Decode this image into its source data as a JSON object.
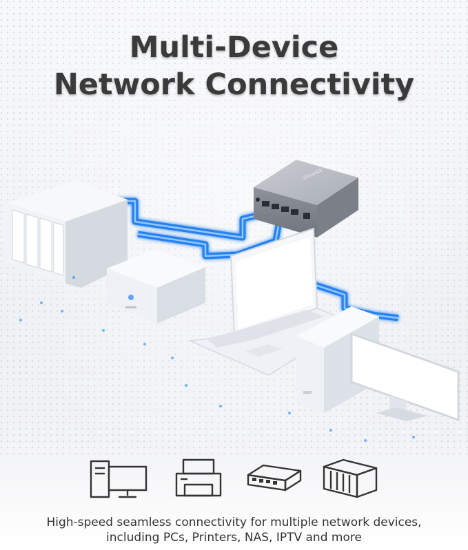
{
  "heading": {
    "line1": "Multi-Device",
    "line2": "Network Connectivity"
  },
  "switch": {
    "brand": "Vinukkk"
  },
  "device_icons": [
    "desktop-pc-icon",
    "printer-icon",
    "network-switch-icon",
    "nas-icon"
  ],
  "caption": {
    "line1": "High-speed seamless connectivity for multiple network devices,",
    "line2": "including PCs, Printers, NAS, IPTV and more"
  },
  "colors": {
    "cable_blue": "#1e7bf0",
    "title_gray": "#3a3a3a"
  }
}
